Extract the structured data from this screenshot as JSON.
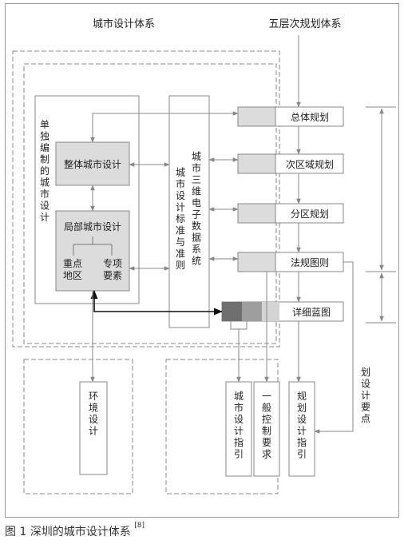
{
  "left_title": "城市设计体系",
  "right_title": "五层次规划体系",
  "separate_design": [
    "单",
    "独",
    "编",
    "制",
    "的",
    "城",
    "市",
    "设",
    "计"
  ],
  "overall_design": "整体城市设计",
  "local_design": "局部城市设计",
  "key_area": [
    "重点",
    "地区"
  ],
  "special_elements": [
    "专项",
    "要素"
  ],
  "standards": [
    "城",
    "市",
    "设",
    "计",
    "标",
    "准",
    "与",
    "准",
    "则"
  ],
  "data_system": [
    "城",
    "市",
    "三",
    "维",
    "电",
    "子",
    "数",
    "据",
    "系",
    "统"
  ],
  "levels": {
    "master": "总体规划",
    "subregion": "次区域规划",
    "district": "分区规划",
    "statutory": "法规图则",
    "detailed": "详细蓝图"
  },
  "env_design": [
    "环",
    "境",
    "设",
    "计"
  ],
  "design_guide": [
    "城",
    "市",
    "设",
    "计",
    "指",
    "引"
  ],
  "control_req": [
    "一",
    "般",
    "控",
    "制",
    "要",
    "求"
  ],
  "planning_guide": [
    "规",
    "划",
    "设",
    "计",
    "指",
    "引"
  ],
  "key_points": [
    "划",
    "设",
    "计",
    "要",
    "点"
  ],
  "caption": {
    "text": "图 1  深圳的城市设计体系 ",
    "ref": "[8]"
  }
}
